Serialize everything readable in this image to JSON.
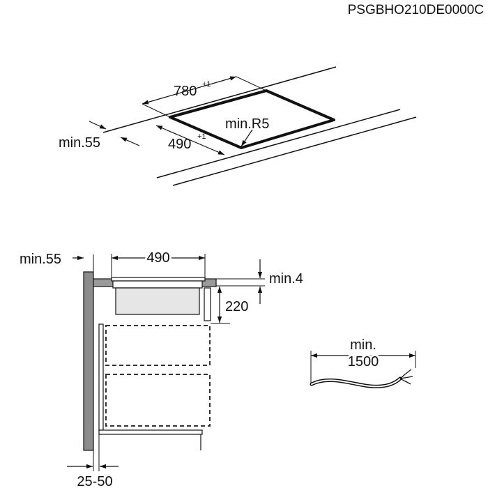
{
  "document_code": "PSGBHO210DE0000C",
  "top_view": {
    "width": {
      "value": "780",
      "tolerance": "+1"
    },
    "depth": {
      "value": "490",
      "tolerance": "+1"
    },
    "edge_distance": "min.55",
    "corner_radius": "min.R5"
  },
  "side_view": {
    "wall_distance": "min.55",
    "cutout_depth": "490",
    "gap_above_worktop": "min.4",
    "unit_height": "220",
    "wall_gap": "25-50"
  },
  "cable": {
    "length_line1": "min.",
    "length_line2": "1500"
  },
  "colors": {
    "line": "#111111",
    "wall_fill": "#8c8c8c",
    "worktop_fill": "#9a9a9a",
    "appliance_fill": "#e6e6e6",
    "dashed": "#333333"
  }
}
